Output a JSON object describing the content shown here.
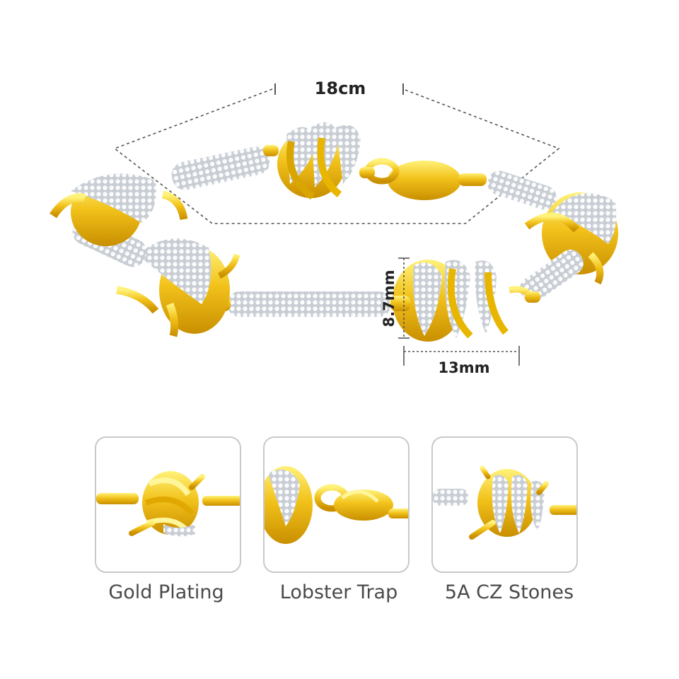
{
  "measurements": {
    "length": "18cm",
    "height": "8.7mm",
    "width": "13mm"
  },
  "features": [
    {
      "label": "Gold Plating"
    },
    {
      "label": "Lobster Trap"
    },
    {
      "label": "5A CZ Stones"
    }
  ],
  "colors": {
    "gold": "#f2c21b",
    "gold_dark": "#c98f00",
    "silver": "#e3e6ea",
    "stone": "#ffffff",
    "dash": "#555555",
    "caption_text": "#4a4a4a",
    "card_border": "#c9c9c9"
  }
}
